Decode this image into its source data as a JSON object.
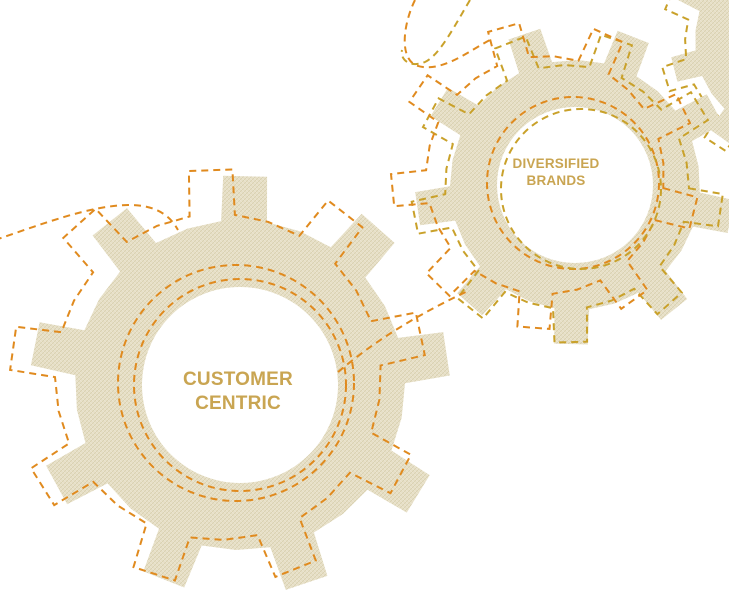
{
  "diagram": {
    "gears": [
      {
        "id": "customer-centric",
        "lines": [
          "CUSTOMER",
          "CENTRIC"
        ]
      },
      {
        "id": "diversified-brands",
        "lines": [
          "DIVERSIFIED",
          "BRANDS"
        ]
      }
    ]
  },
  "colors": {
    "gear_fill": "#e7e0c8",
    "gear_texture": "#d4cba8",
    "dash_orange": "#e08a1e",
    "dash_olive": "#c9a12a",
    "label_text": "#c9a552",
    "background": "#ffffff"
  }
}
